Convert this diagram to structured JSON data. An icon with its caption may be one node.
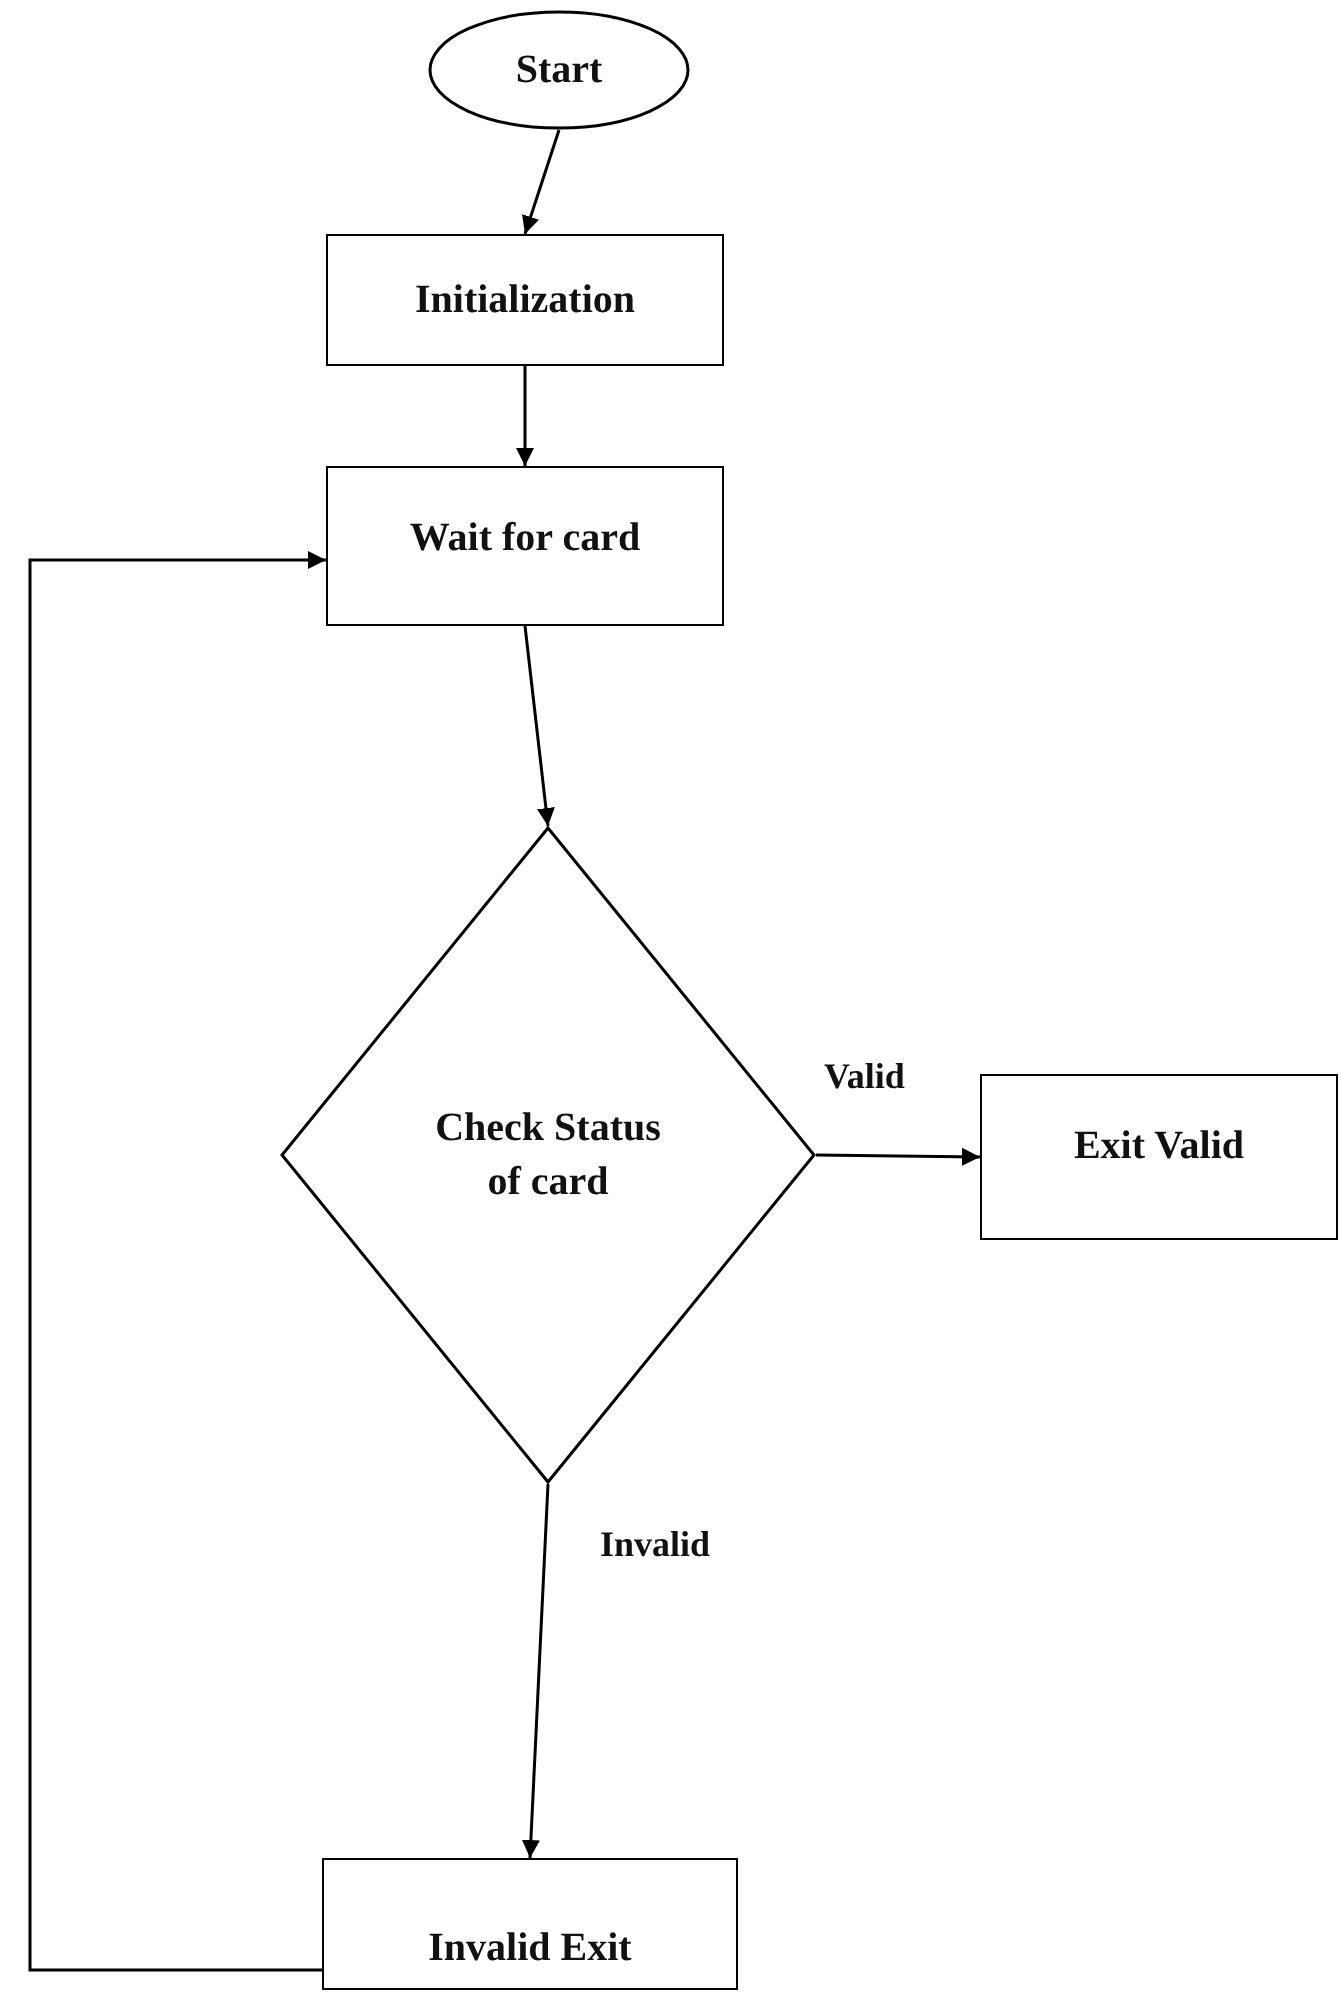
{
  "diagram": {
    "nodes": [
      {
        "text": [
          "Start"
        ]
      },
      {
        "text": [
          "Initialization"
        ]
      },
      {
        "text": [
          "Wait for card"
        ]
      },
      {
        "text": [
          "Check Status of card"
        ]
      },
      {
        "text": [
          "Exit Valid"
        ]
      },
      {
        "text": [
          "Invalid Exit"
        ]
      }
    ],
    "edges": [
      {
        "from": 0,
        "to": 1,
        "arrow": "to"
      },
      {
        "from": 1,
        "to": 2,
        "arrow": "to"
      },
      {
        "from": 2,
        "to": 3,
        "arrow": "to"
      },
      {
        "from": 3,
        "to": 4,
        "arrow": "to",
        "label": "Valid"
      },
      {
        "from": 3,
        "to": 5,
        "arrow": "to",
        "label": "Invalid"
      },
      {
        "from": 5,
        "to": 2,
        "arrow": "to"
      }
    ]
  }
}
